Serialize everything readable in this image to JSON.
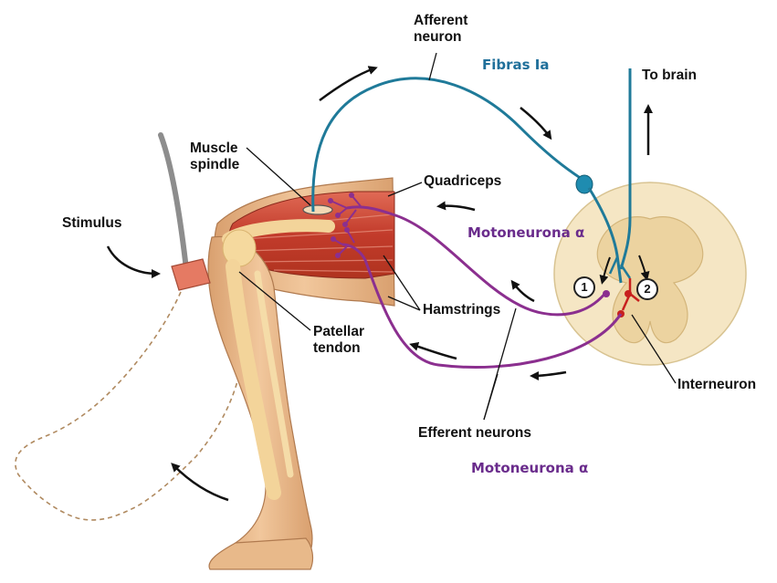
{
  "labels": {
    "afferent_neuron": [
      "Afferent",
      "neuron"
    ],
    "fibras": "Fibras Ia",
    "to_brain": "To brain",
    "muscle_spindle": [
      "Muscle",
      "spindle"
    ],
    "quadriceps": "Quadriceps",
    "stimulus": "Stimulus",
    "motoneurona_1": "Motoneurona α",
    "hamstrings": "Hamstrings",
    "patellar_tendon": [
      "Patellar",
      "tendon"
    ],
    "interneuron": "Interneuron",
    "efferent_neurons": "Efferent neurons",
    "motoneurona_2": "Motoneurona α",
    "num_1": "1",
    "num_2": "2"
  },
  "colors": {
    "afferent": "#1f7a99",
    "efferent": "#8b2f8f",
    "interneuron": "#c8201e",
    "muscle": "#c0392b",
    "skin": "#e8b98a",
    "cord": "#f5e6c4",
    "gray_matter": "#ecd3a0"
  }
}
